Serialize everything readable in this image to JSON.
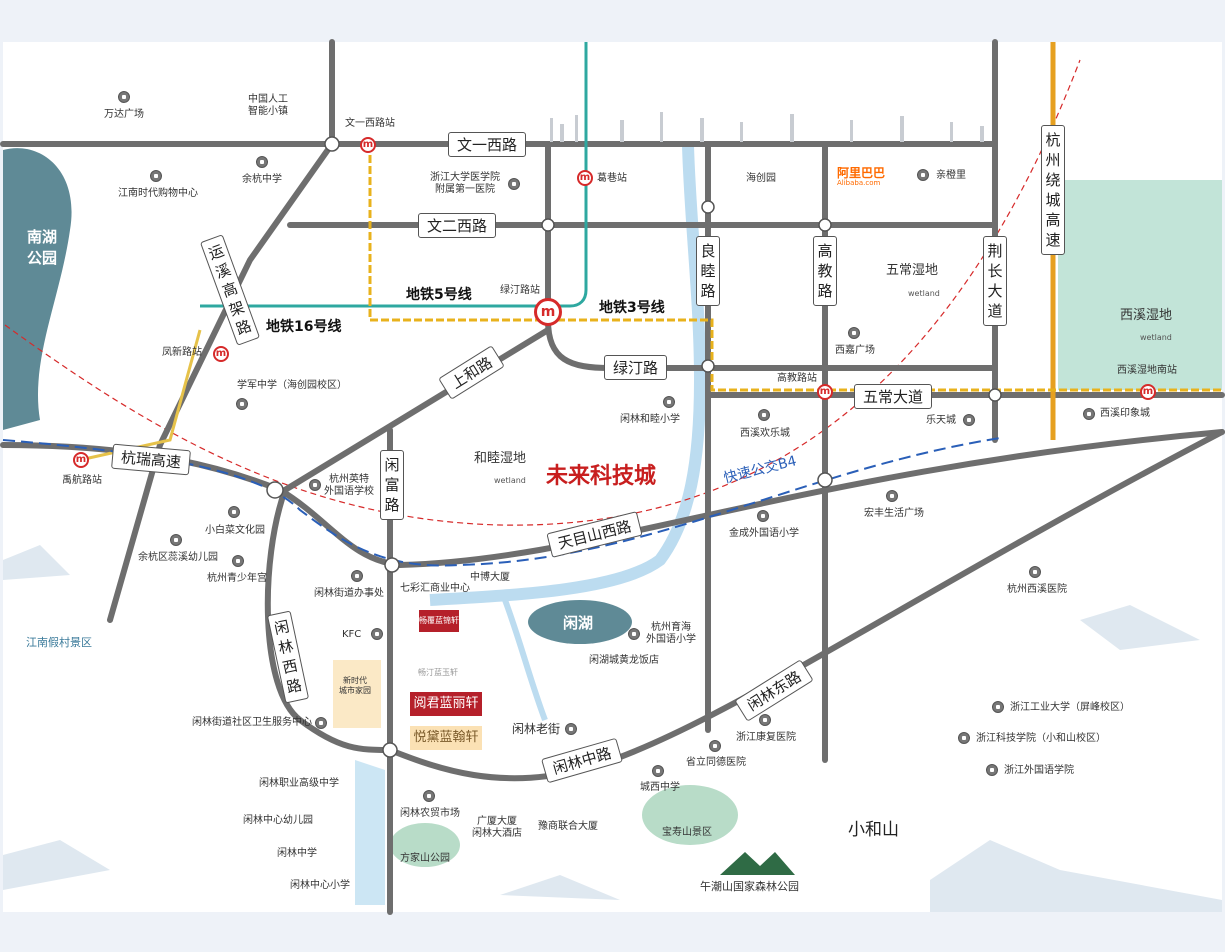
{
  "roads": {
    "wenyi_west": "文一西路",
    "wener_west": "文二西路",
    "liangmu": "良睦路",
    "gaojiao": "高教路",
    "jingchang": "荆长大道",
    "hangzhou_ring": "杭州绕城高速",
    "yunxi": "运溪高架路",
    "shanghe": "上和路",
    "lvting": "绿汀路",
    "wuchang": "五常大道",
    "hangrui": "杭瑞高速",
    "xianfu": "闲富路",
    "tianmushan_west": "天目山西路",
    "xianlin_west": "闲林西路",
    "xianlin_middle": "闲林中路",
    "xianlin_east": "闲林东路",
    "brt": "快速公交B4"
  },
  "metro_lines": {
    "line5": "地铁5号线",
    "line3": "地铁3号线",
    "line16": "地铁16号线"
  },
  "stations": {
    "wenyi_west": "文一西路站",
    "gexiang": "葛巷站",
    "lvting": "绿汀路站",
    "fengxin": "凤新路站",
    "gaojiao": "高教路站",
    "xixi_wetland_south": "西溪湿地南站",
    "yuhang": "禹航路站"
  },
  "places": {
    "wanda": "万达广场",
    "ai_town": "中国人工\n智能小镇",
    "jiangnan_mall": "江南时代购物中心",
    "yuhang_middle": "余杭中学",
    "zju_hospital": "浙江大学医学院\n附属第一医院",
    "haichuang": "海创园",
    "alibaba": "阿里巴巴",
    "alibaba_en": "Alibaba.com",
    "qinchengli": "亲橙里",
    "wuchang_wetland": "五常湿地",
    "wetland_en": "wetland",
    "xixi_wetland": "西溪湿地",
    "xixi_square": "西嘉广场",
    "xuejun": "学军中学（海创园校区）",
    "xianlin_hemu": "闲林和睦小学",
    "hemu_wetland": "和睦湿地",
    "future_city": "未来科技城",
    "xixi_happy": "西溪欢乐城",
    "letian": "乐天城",
    "xixi_yinxiang": "西溪印象城",
    "hangzhou_yingte": "杭州英特\n外国语学校",
    "jincheng": "金成外国语小学",
    "hongfeng": "宏丰生活广场",
    "xiaobaicai": "小白菜文化园",
    "ruixi_kg": "余杭区蕊溪幼儿园",
    "youth_palace": "杭州青少年宫",
    "qicaihui": "七彩汇商业中心",
    "zhongbo": "中博大厦",
    "xianlin_office": "闲林街道办事处",
    "xianhu": "闲湖",
    "yuhai": "杭州育海\n外国语小学",
    "xianhu_hotel": "闲湖城黄龙饭店",
    "xixi_hospital": "杭州西溪医院",
    "jiangnan_resort": "江南假村景区",
    "kfc": "KFC",
    "shidai_home": "新时代\n城市家园",
    "yuejun": "阅君蓝丽轩",
    "yuedai": "悦黛蓝翰轩",
    "proj_top": "畅覆蓝锦轩",
    "proj_mid": "畅汀蓝玉轩",
    "xianlin_oldstreet": "闲林老街",
    "health_center": "闲林街道社区卫生服务中心",
    "kangfu": "浙江康复医院",
    "tongde": "省立同德医院",
    "chengxi": "城西中学",
    "vocational": "闲林职业高级中学",
    "xianlin_kg": "闲林中心幼儿园",
    "xianlin_mid": "闲林中学",
    "xianlin_primary": "闲林中心小学",
    "farmers_market": "闲林农贸市场",
    "guangsha": "广厦大厦\n闲林大酒店",
    "yushang": "豫商联合大厦",
    "fangjiashan": "方家山公园",
    "baoshoushan": "宝寿山景区",
    "xiaoheshan": "小和山",
    "wuchaoshan": "午潮山国家森林公园",
    "zjut": "浙江工业大学（屏峰校区）",
    "zust": "浙江科技学院（小和山校区）",
    "zisu": "浙江外国语学院",
    "nanhu": "南湖\n公园"
  },
  "colors": {
    "metro_red": "#d62a2a",
    "line5_teal": "#2ea8a0",
    "line3_yellow": "#e8b21c",
    "line16_yellow": "#e6c24a",
    "road_gray": "#6e6e6e",
    "ring_orange": "#e6a020",
    "river_blue": "#bcdcf0",
    "lake_teal": "#5f8a96",
    "wetland_green": "#a8d8c8",
    "future_city_red": "#c81e1e",
    "brt_blue": "#2a5fb8"
  },
  "icons": [
    "metro-icon",
    "poi-icon",
    "school-icon",
    "hospital-icon",
    "mall-icon",
    "wetland-icon",
    "mountain-icon"
  ]
}
